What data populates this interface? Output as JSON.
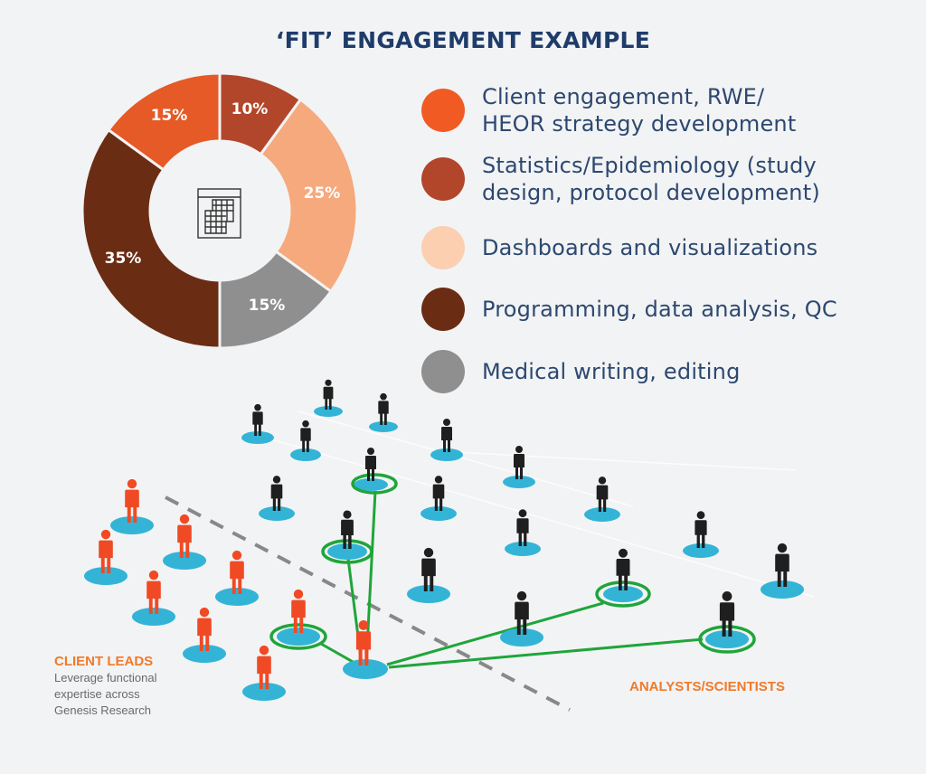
{
  "title": "‘FIT’ ENGAGEMENT EXAMPLE",
  "chart_data": {
    "type": "pie",
    "variant": "donut",
    "title": "‘FIT’ ENGAGEMENT EXAMPLE",
    "categories": [
      "Client engagement, RWE/HEOR strategy development",
      "Statistics/Epidemiology (study design, protocol development)",
      "Dashboards and visualizations",
      "Programming, data analysis, QC",
      "Medical writing, editing"
    ],
    "values": [
      15,
      10,
      25,
      35,
      15
    ],
    "labels": [
      "15%",
      "10%",
      "25%",
      "35%",
      "15%"
    ],
    "colors": [
      "#e55a26",
      "#b2462a",
      "#f6a97d",
      "#6b2c14",
      "#8f8f8f"
    ],
    "legend_position": "right",
    "center_icon": "calendar-grid-icon"
  },
  "donut_labels": {
    "client": "15%",
    "stats": "10%",
    "dashboards": "25%",
    "programming": "35%",
    "medical": "15%"
  },
  "legend": [
    {
      "label": "Client engagement, RWE/\nHEOR strategy development",
      "color": "#f25a24"
    },
    {
      "label": "Statistics/Epidemiology (study\ndesign, protocol development)",
      "color": "#b2462a"
    },
    {
      "label": "Dashboards and visualizations",
      "color": "#fbcfb0"
    },
    {
      "label": "Programming, data analysis, QC",
      "color": "#6b2c14"
    },
    {
      "label": "Medical writing, editing",
      "color": "#8f8f8f"
    }
  ],
  "network": {
    "client_leads": {
      "heading": "CLIENT LEADS",
      "description": "Leverage functional\nexpertise across\nGenesis Research"
    },
    "analysts_label": "ANALYSTS/SCIENTISTS",
    "colors": {
      "client_figure": "#f04a24",
      "analyst_figure": "#1f1f1f",
      "base": "#33b4d6",
      "connection": "#1fa53a",
      "divider": "#888888"
    }
  }
}
